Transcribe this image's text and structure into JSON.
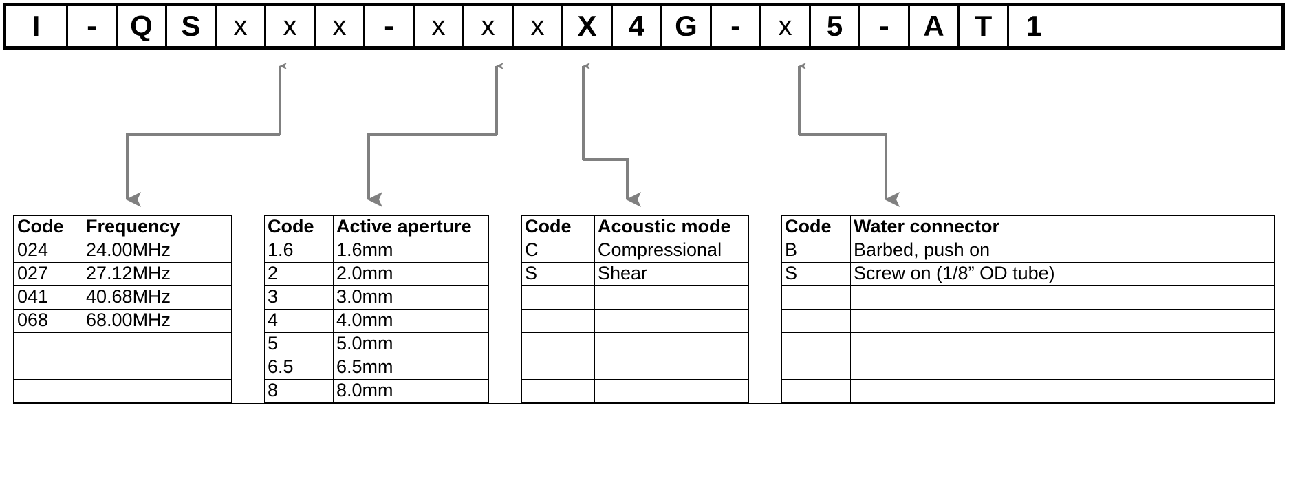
{
  "part_number": {
    "label": "part-number-string",
    "cells": [
      {
        "text": "I",
        "kind": "literal",
        "width": 90
      },
      {
        "text": "-",
        "kind": "dash",
        "width": 72
      },
      {
        "text": "Q",
        "kind": "literal",
        "width": 72
      },
      {
        "text": "S",
        "kind": "literal",
        "width": 72
      },
      {
        "text": "x",
        "kind": "variable",
        "width": 72
      },
      {
        "text": "x",
        "kind": "variable",
        "width": 72
      },
      {
        "text": "x",
        "kind": "variable",
        "width": 72
      },
      {
        "text": "-",
        "kind": "dash",
        "width": 72
      },
      {
        "text": "x",
        "kind": "variable",
        "width": 72
      },
      {
        "text": "x",
        "kind": "variable",
        "width": 72
      },
      {
        "text": "x",
        "kind": "variable",
        "width": 72
      },
      {
        "text": "X",
        "kind": "literal",
        "width": 72
      },
      {
        "text": "4",
        "kind": "literal",
        "width": 72
      },
      {
        "text": "G",
        "kind": "literal",
        "width": 72
      },
      {
        "text": "-",
        "kind": "dash",
        "width": 72
      },
      {
        "text": "x",
        "kind": "variable",
        "width": 72
      },
      {
        "text": "5",
        "kind": "literal",
        "width": 72
      },
      {
        "text": "-",
        "kind": "dash",
        "width": 72
      },
      {
        "text": "A",
        "kind": "literal",
        "width": 72
      },
      {
        "text": "T",
        "kind": "literal",
        "width": 72
      },
      {
        "text": "1",
        "kind": "literal",
        "width": 72
      }
    ]
  },
  "leader_color": "#808080",
  "tables": {
    "frequency": {
      "headers": [
        "Code",
        "Frequency"
      ],
      "rows": [
        [
          "024",
          "24.00MHz"
        ],
        [
          "027",
          "27.12MHz"
        ],
        [
          "041",
          "40.68MHz"
        ],
        [
          "068",
          "68.00MHz"
        ],
        [
          "",
          ""
        ],
        [
          "",
          ""
        ],
        [
          "",
          ""
        ]
      ]
    },
    "active_aperture": {
      "headers": [
        "Code",
        "Active aperture"
      ],
      "rows": [
        [
          "1.6",
          "1.6mm"
        ],
        [
          "2",
          "2.0mm"
        ],
        [
          "3",
          "3.0mm"
        ],
        [
          "4",
          "4.0mm"
        ],
        [
          "5",
          "5.0mm"
        ],
        [
          "6.5",
          "6.5mm"
        ],
        [
          "8",
          "8.0mm"
        ]
      ]
    },
    "acoustic_mode": {
      "headers": [
        "Code",
        "Acoustic mode"
      ],
      "rows": [
        [
          "C",
          "Compressional"
        ],
        [
          "S",
          "Shear"
        ],
        [
          "",
          ""
        ],
        [
          "",
          ""
        ],
        [
          "",
          ""
        ],
        [
          "",
          ""
        ],
        [
          "",
          ""
        ]
      ]
    },
    "water_connector": {
      "headers": [
        "Code",
        "Water connector"
      ],
      "rows": [
        [
          "B",
          "Barbed, push on"
        ],
        [
          "S",
          "Screw on (1/8” OD tube)"
        ],
        [
          "",
          ""
        ],
        [
          "",
          ""
        ],
        [
          "",
          ""
        ],
        [
          "",
          ""
        ],
        [
          "",
          ""
        ]
      ]
    }
  }
}
